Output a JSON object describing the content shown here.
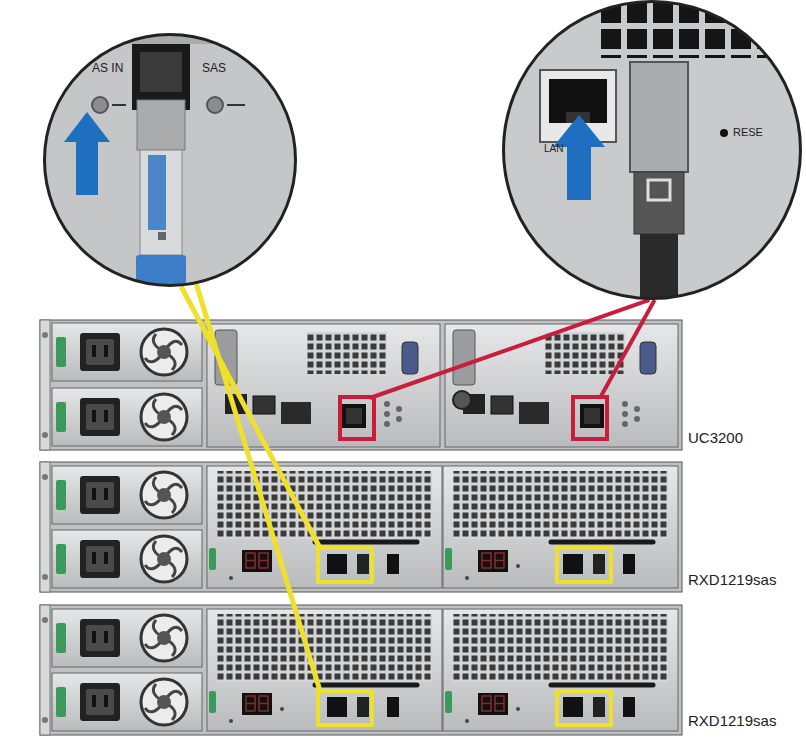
{
  "diagram": {
    "nodes": [
      {
        "text": [
          "AS IN",
          "SAS"
        ]
      },
      {
        "text": [
          "LAN",
          "RESE"
        ]
      },
      {
        "text": [
          "UC3200"
        ]
      },
      {
        "text": [
          "RXD1219sas"
        ]
      },
      {
        "text": [
          "RXD1219sas"
        ]
      }
    ],
    "edges": [
      {
        "from": 0,
        "to": 3,
        "arrow": "none"
      },
      {
        "from": 0,
        "to": 4,
        "arrow": "none"
      },
      {
        "from": 1,
        "to": 2,
        "arrow": "none"
      },
      {
        "from": 1,
        "to": 2,
        "arrow": "none"
      }
    ]
  }
}
